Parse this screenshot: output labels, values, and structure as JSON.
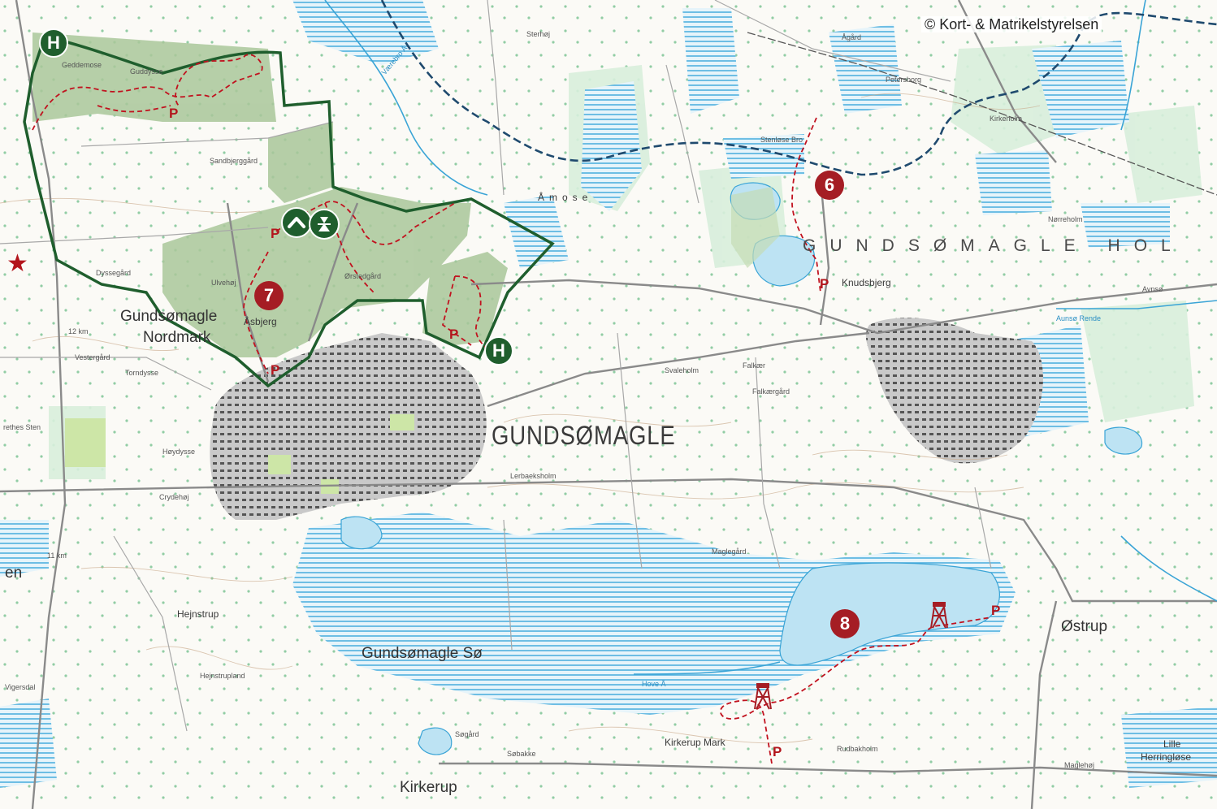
{
  "map": {
    "copyright": "© Kort- & Matrikelstyrelsen",
    "towns": {
      "main": "GUNDSØMAGLE",
      "region": "GUNDSØMAGLE HOL",
      "nordmark_1": "Gundsømagle",
      "nordmark_2": "Nordmark",
      "lake": "Gundsømagle Sø",
      "kirkerup": "Kirkerup",
      "ostrup": "Østrup",
      "lille_1": "Lille",
      "lille_2": "Herringløse",
      "hejnstrup": "Hejnstrup",
      "kirkerup_mark": "Kirkerup Mark",
      "amose": "Åmose",
      "knudsbjerg": "Knudsbjerg",
      "asbjerg": "Åsbjerg",
      "en": "en",
      "nr_reholm": "Nørreholm",
      "petersborg": "Petersborg",
      "kirkeholm": "Kirkeholm",
      "agard": "Ågård",
      "sterhoj": "Sterhøj",
      "vestergard": "Vestergård",
      "tornedysse": "Torndysse",
      "hoydysse": "Høydysse",
      "crydehoj": "Crydehøj",
      "lerbaeksholm": "Lerbaeksholm",
      "maglegard": "Maglegård",
      "svaleholm": "Svaleholm",
      "falkaer": "Falkær",
      "falkaergard": "Falkærgård",
      "sobakke": "Søbakke",
      "sogard": "Søgård",
      "rudbakholm": "Rudbakholm",
      "maglehoj": "Maglehøj",
      "avnso": "Avnsø",
      "vigersdal": "Vigersdal",
      "hejnstrupland": "Hejnstrupland",
      "dysseg": "Dyssegård",
      "sandbjerggard": "Sandbjerggård",
      "guddysse": "Guddysse",
      "geddemose": "Geddemose",
      "ulvehoj": "Ulvehøj",
      "orsted": "Ørstedgård",
      "stenbro": "Stenløse Bro",
      "hove_a": "Hove Å",
      "vaerebro_a": "Værebro Å",
      "aunso_rende": "Aunsø Rende",
      "rethes_sten": "rethes Sten",
      "km12": "12 km",
      "km11": "11 km"
    },
    "markers": {
      "route6": "6",
      "route7": "7",
      "route8": "8",
      "h1": "H",
      "h2": "H",
      "parking": "P"
    },
    "colors": {
      "forest": "#a9c79a",
      "boundary": "#1f5e2d",
      "trail": "#c1121f",
      "water": "#bfe3f2",
      "marsh": "#5bb6e0",
      "urban": "#9a9a9a",
      "road": "#8a8a8a",
      "marker_red": "#a51d24",
      "marker_green": "#1f5e2d"
    },
    "icons": {
      "shelter": "shelter-icon",
      "campfire": "campfire-icon",
      "tower": "observation-tower-icon",
      "star": "star-icon"
    }
  }
}
